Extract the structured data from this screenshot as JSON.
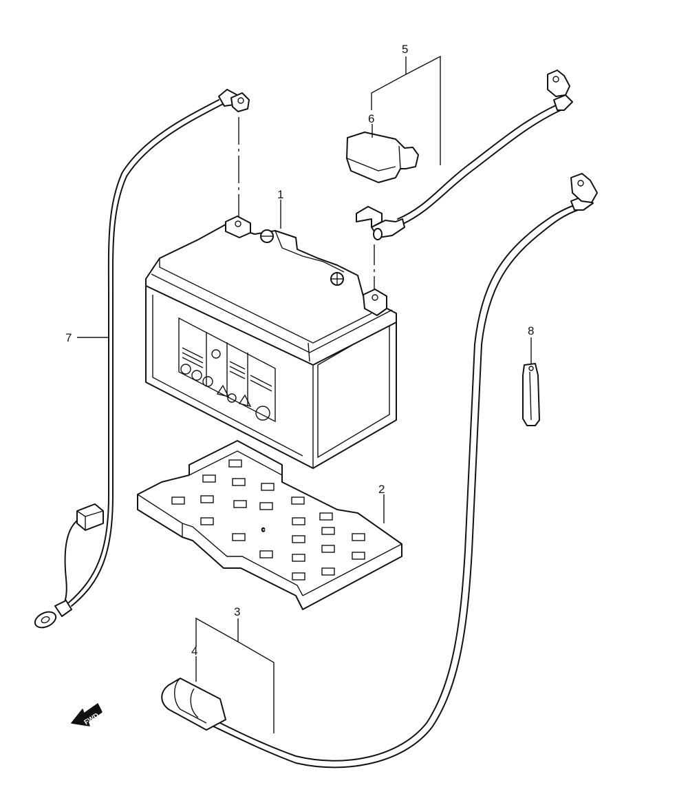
{
  "callouts": [
    {
      "id": "1",
      "text": "1"
    },
    {
      "id": "2",
      "text": "2"
    },
    {
      "id": "3",
      "text": "3"
    },
    {
      "id": "4",
      "text": "4"
    },
    {
      "id": "5",
      "text": "5"
    },
    {
      "id": "6",
      "text": "6"
    },
    {
      "id": "7",
      "text": "7"
    },
    {
      "id": "8",
      "text": "8"
    }
  ],
  "direction_arrow": {
    "text": "FWD",
    "icon": "arrow-left-icon"
  },
  "colors": {
    "line": "#111111",
    "background": "#ffffff",
    "fill": "#ffffff"
  }
}
